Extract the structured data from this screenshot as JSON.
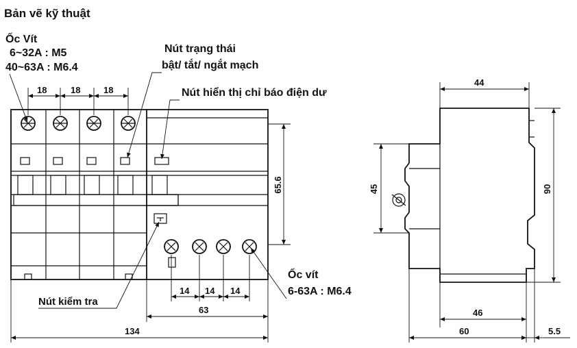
{
  "title": "Bản vẽ kỹ thuật",
  "labels": {
    "screw_top_title": "Ốc Vít",
    "screw_top_line1": "6~32A : M5",
    "screw_top_line2": "40~63A : M6.4",
    "status_button_line1": "Nút trạng thái",
    "status_button_line2": "bật/ tắt/ ngắt mạch",
    "residual_indicator": "Nút hiển thị chỉ báo điện dư",
    "test_button": "Nút kiểm tra",
    "screw_bottom_title": "Ốc vít",
    "screw_bottom_spec": "6-63A : M6.4"
  },
  "dimensions": {
    "pitch_top": [
      "18",
      "18",
      "18"
    ],
    "pitch_bottom": [
      "14",
      "14",
      "14"
    ],
    "width_63": "63",
    "width_134": "134",
    "height_65_6": "65.6",
    "side_44": "44",
    "side_45": "45",
    "side_90": "90",
    "side_46": "46",
    "side_60": "60",
    "side_5_5": "5.5"
  }
}
